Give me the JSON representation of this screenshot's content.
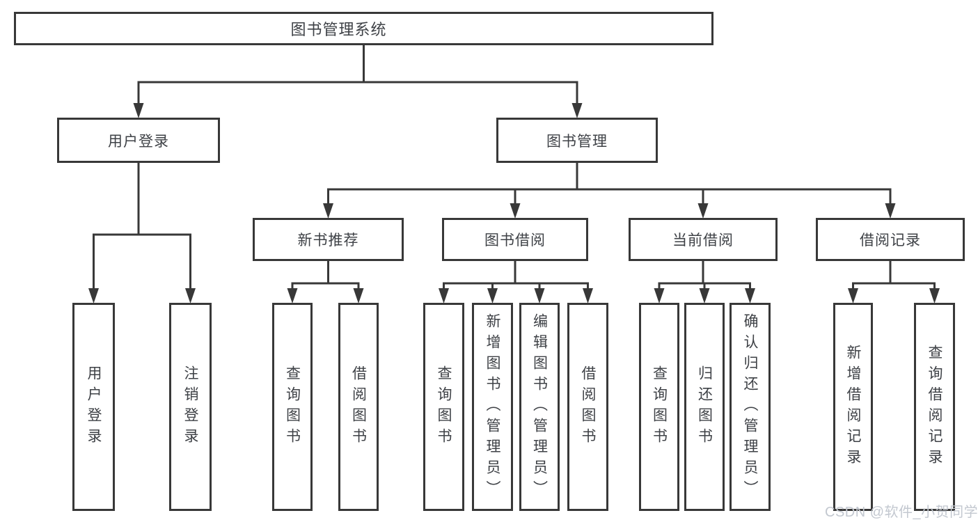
{
  "tree": {
    "root": {
      "label": "图书管理系统",
      "children": [
        {
          "label": "用户登录",
          "children": [
            {
              "label": "用户登录"
            },
            {
              "label": "注销登录"
            }
          ]
        },
        {
          "label": "图书管理",
          "children": [
            {
              "label": "新书推荐",
              "children": [
                {
                  "label": "查询图书"
                },
                {
                  "label": "借阅图书"
                }
              ]
            },
            {
              "label": "图书借阅",
              "children": [
                {
                  "label": "查询图书"
                },
                {
                  "label": "新增图书（管理员）"
                },
                {
                  "label": "编辑图书（管理员）"
                },
                {
                  "label": "借阅图书"
                }
              ]
            },
            {
              "label": "当前借阅",
              "children": [
                {
                  "label": "查询图书"
                },
                {
                  "label": "归还图书"
                },
                {
                  "label": "确认归还（管理员）"
                }
              ]
            },
            {
              "label": "借阅记录",
              "children": [
                {
                  "label": "新增借阅记录"
                },
                {
                  "label": "查询借阅记录"
                }
              ]
            }
          ]
        }
      ]
    }
  },
  "watermark": {
    "text": "CSDN @软件_小贺同学"
  },
  "colors": {
    "line": "#383838",
    "text": "#3e4146",
    "watermark": "#c3c8d0"
  }
}
